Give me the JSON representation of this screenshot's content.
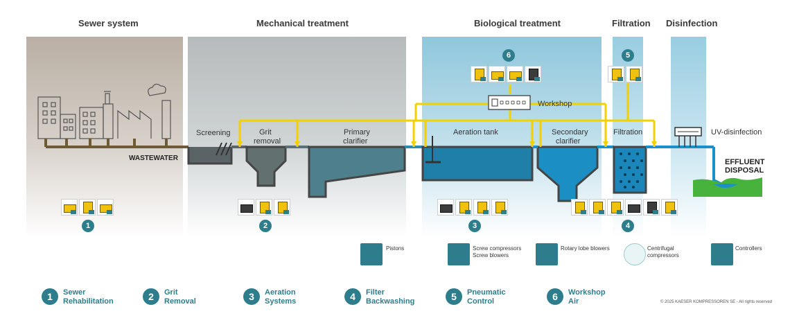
{
  "headers": {
    "sewer": "Sewer system",
    "mechanical": "Mechanical treatment",
    "biological": "Biological treatment",
    "filtration": "Filtration",
    "disinfection": "Disinfection"
  },
  "process_labels": {
    "wastewater": "WASTEWATER",
    "screening": "Screening",
    "grit_removal_1": "Grit",
    "grit_removal_2": "removal",
    "primary_1": "Primary",
    "primary_2": "clarifier",
    "aeration": "Aeration tank",
    "secondary_1": "Secondary",
    "secondary_2": "clarifier",
    "filtration": "Filtration",
    "uv": "UV-disinfection",
    "effluent_1": "EFFLUENT",
    "effluent_2": "DISPOSAL",
    "workshop": "Workshop"
  },
  "markers": {
    "m1": "1",
    "m2": "2",
    "m3": "3",
    "m4": "4",
    "m5": "5",
    "m6": "6"
  },
  "equipment_legend": [
    {
      "icon": "pistons-icon",
      "label": "Pistons"
    },
    {
      "icon": "screw-compressor-icon",
      "label_1": "Screw compressors",
      "label_2": "Screw blowers"
    },
    {
      "icon": "rotary-lobe-blower-icon",
      "label": "Rotary lobe blowers"
    },
    {
      "icon": "centrifugal-compressor-icon",
      "label_1": "Centrifugal",
      "label_2": "compressors"
    },
    {
      "icon": "controller-icon",
      "label": "Controllers"
    }
  ],
  "applications": [
    {
      "num": "1",
      "line1": "Sewer",
      "line2": "Rehabilitation"
    },
    {
      "num": "2",
      "line1": "Grit",
      "line2": "Removal"
    },
    {
      "num": "3",
      "line1": "Aeration",
      "line2": "Systems"
    },
    {
      "num": "4",
      "line1": "Filter",
      "line2": "Backwashing"
    },
    {
      "num": "5",
      "line1": "Pneumatic",
      "line2": "Control"
    },
    {
      "num": "6",
      "line1": "Workshop",
      "line2": "Air"
    }
  ],
  "copyright": "© 2025 KAESER KOMPRESSOREN SE - All rights reserved",
  "colors": {
    "accent": "#2e7d8c",
    "air_line": "#f5d000",
    "water": "#1a8fc9",
    "sewage": "#6e5a37",
    "green": "#47b33d"
  }
}
